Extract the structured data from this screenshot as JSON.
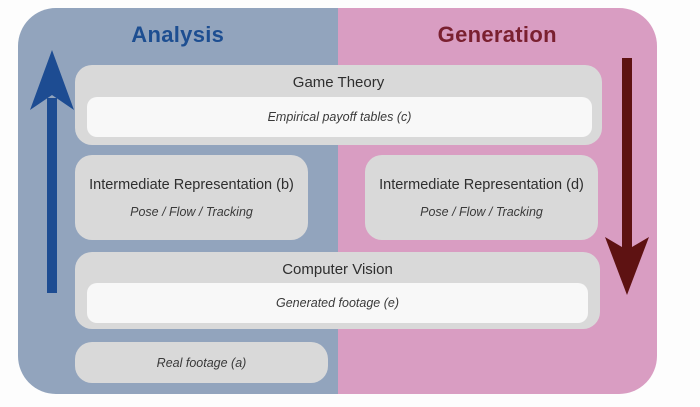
{
  "palette": {
    "analysis_bg": "#92a4bd",
    "generation_bg": "#d99dc2",
    "box_bg": "#d9d9d9",
    "inner_box_bg": "#f8f8f8",
    "analysis_accent": "#1d4e91",
    "generation_accent": "#7a2030",
    "arrow_up": "#1d4c92",
    "arrow_down": "#5e1212",
    "text": "#2e2e2e"
  },
  "header": {
    "analysis": "Analysis",
    "generation": "Generation"
  },
  "boxes": {
    "game_theory": {
      "title": "Game Theory",
      "inner_label": "Empirical payoff tables (c)"
    },
    "intermediate_left": {
      "title": "Intermediate Representation (b)",
      "subtitle": "Pose / Flow / Tracking"
    },
    "intermediate_right": {
      "title": "Intermediate Representation (d)",
      "subtitle": "Pose / Flow / Tracking"
    },
    "computer_vision": {
      "title": "Computer Vision",
      "inner_label": "Generated footage (e)"
    },
    "real_footage": {
      "label": "Real footage (a)"
    }
  },
  "icons": {
    "up_arrow": "analysis-flow-up-arrow",
    "down_arrow": "generation-flow-down-arrow"
  }
}
